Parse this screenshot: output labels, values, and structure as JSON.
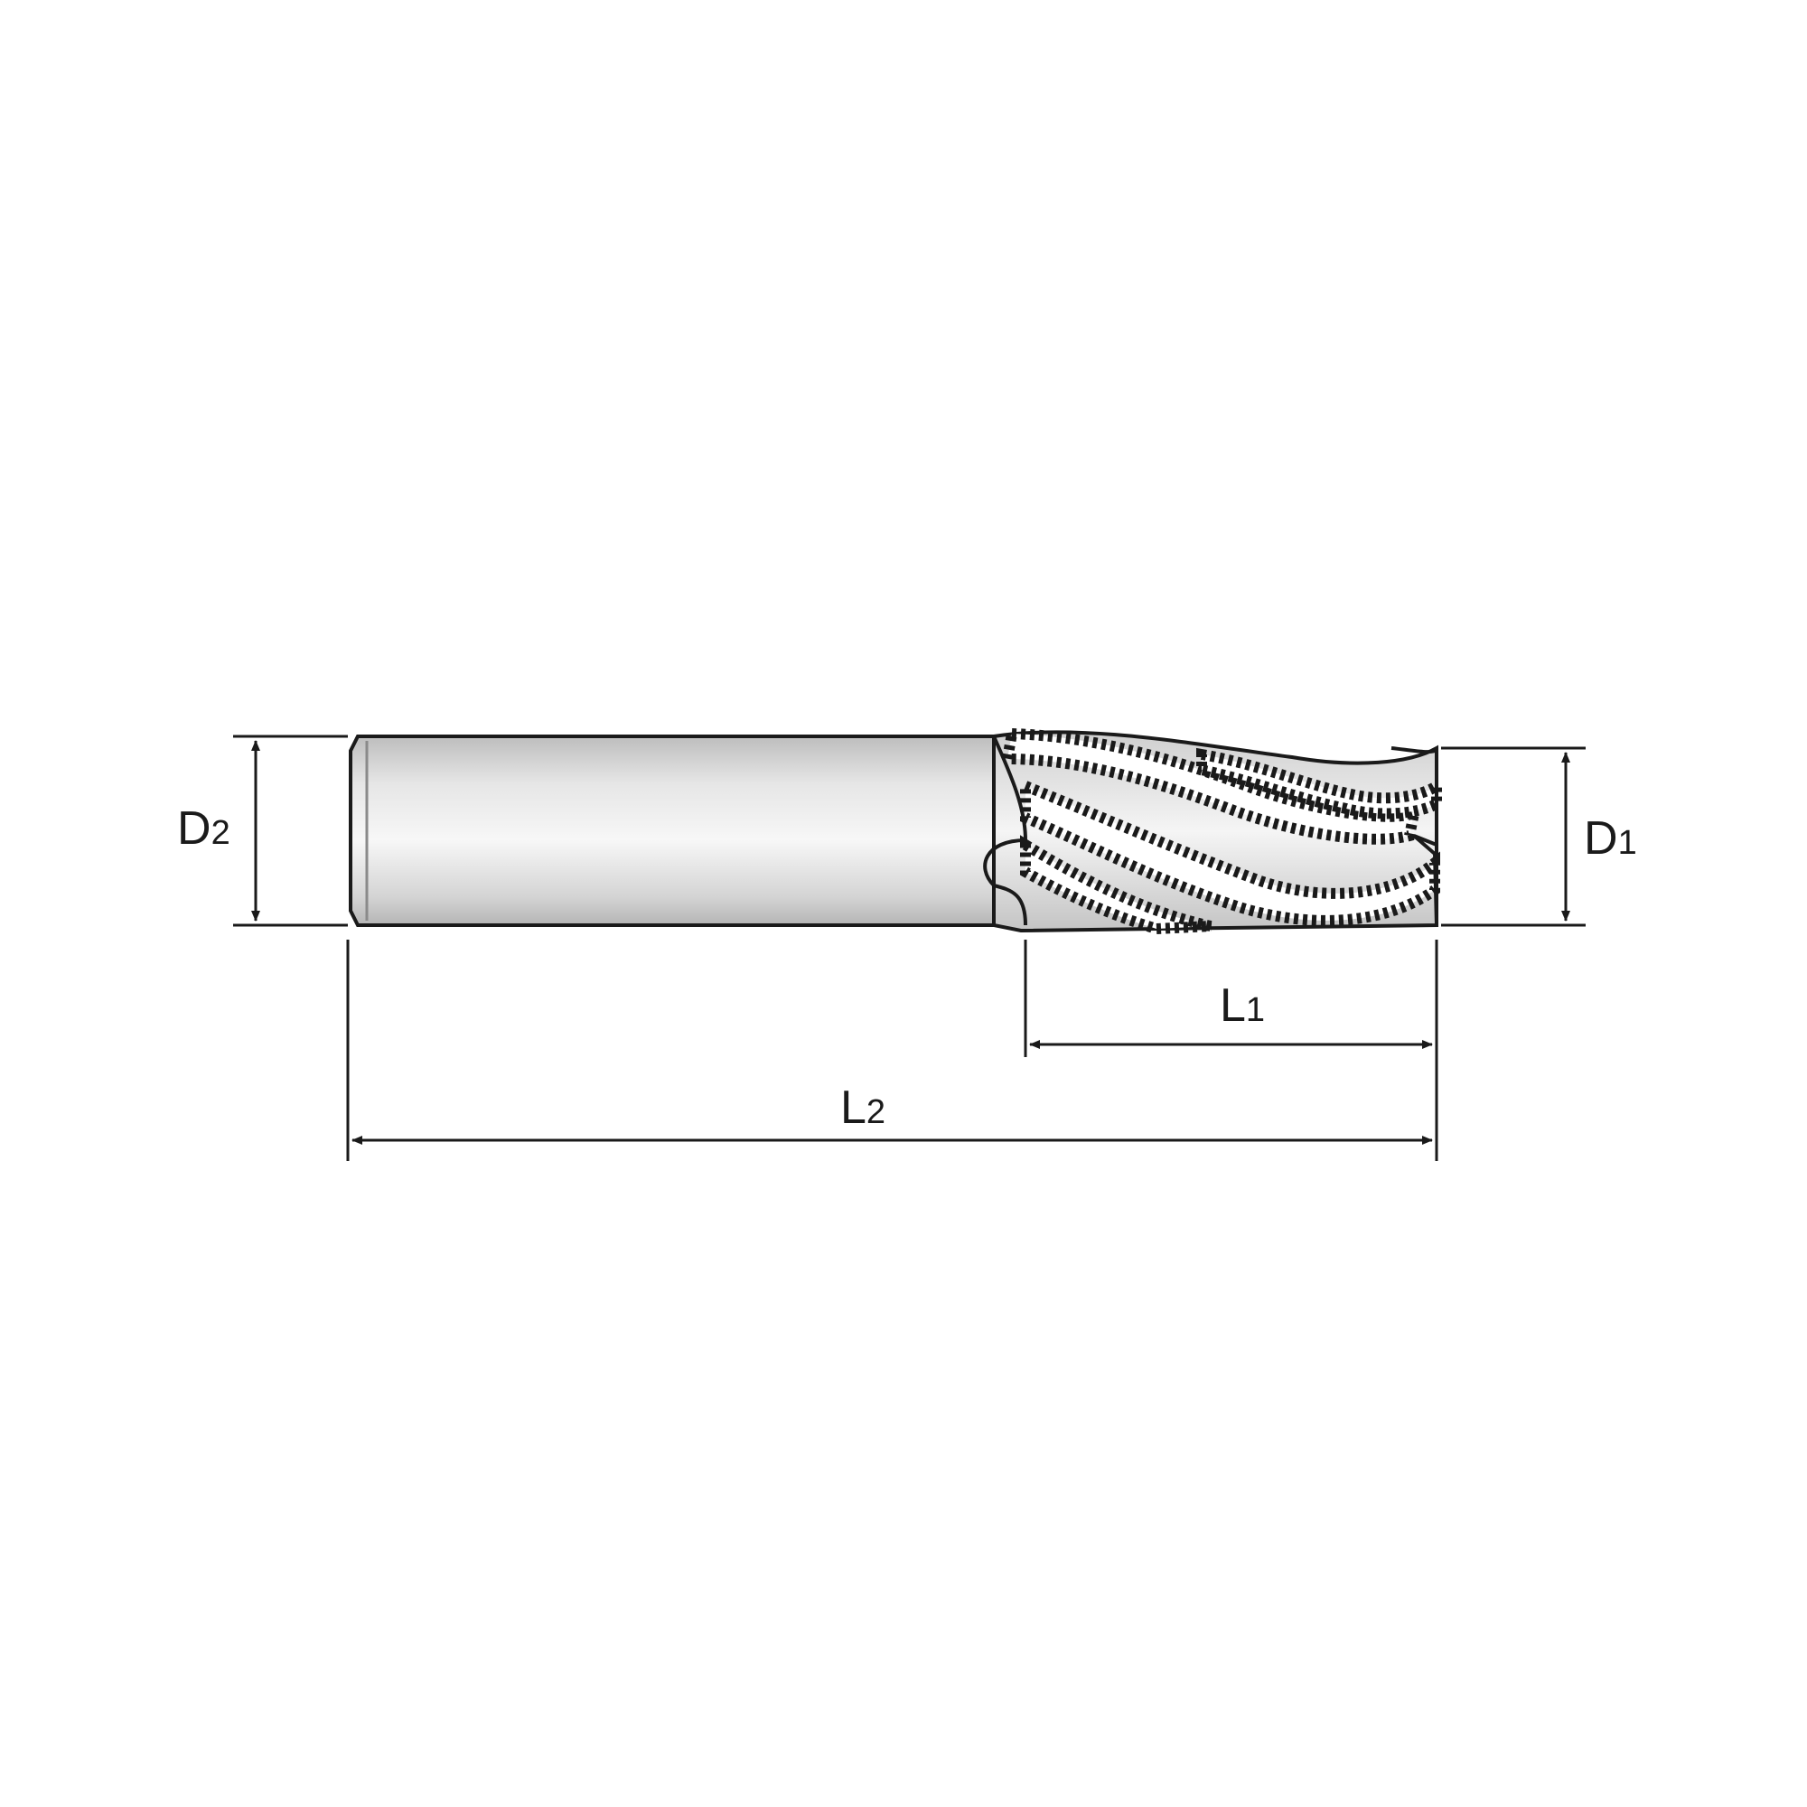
{
  "diagram": {
    "colors": {
      "background": "#ffffff",
      "line": "#1a1a1a",
      "metal_light": "#f4f4f4",
      "metal_mid": "#d9d9d9",
      "metal_dark": "#bdbdbd"
    },
    "labels": {
      "d2": {
        "letter": "D",
        "sub": "2"
      },
      "d1": {
        "letter": "D",
        "sub": "1"
      },
      "l1": {
        "letter": "L",
        "sub": "1"
      },
      "l2": {
        "letter": "L",
        "sub": "2"
      }
    }
  }
}
